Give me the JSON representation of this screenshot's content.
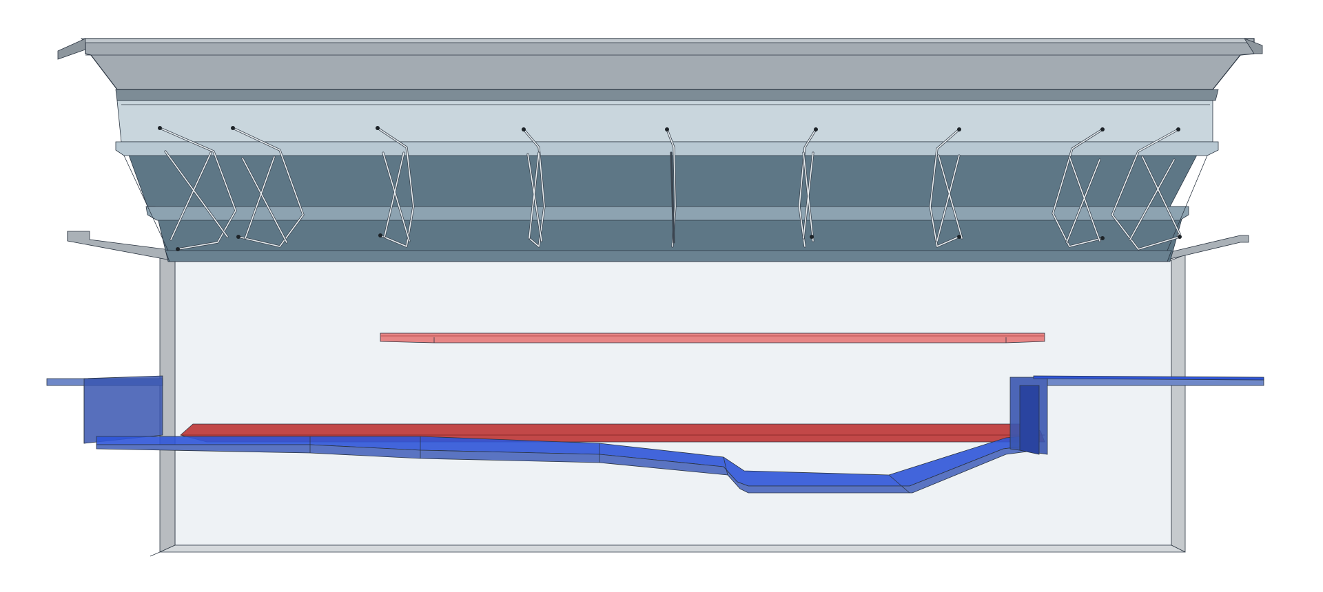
{
  "scene": {
    "background": "#ffffff",
    "colors": {
      "deck_slab": "#8f989f",
      "girder_web": "#55707f",
      "girder_flange": "#b9c8d1",
      "cross_frame": "#aeb7bd",
      "abutment_wall": "#b8bcc0",
      "pit_interior": "#eef2f5",
      "red_plate": "#e27a7a",
      "blue_channel": "#2b4fd6"
    },
    "components": [
      "deck-slab",
      "steel-girders",
      "cross-frames",
      "approach-slabs",
      "abutment-enclosure",
      "upper-red-plate",
      "lower-red-plate",
      "blue-channel",
      "side-ledges"
    ],
    "cross_frame_count": 9
  }
}
